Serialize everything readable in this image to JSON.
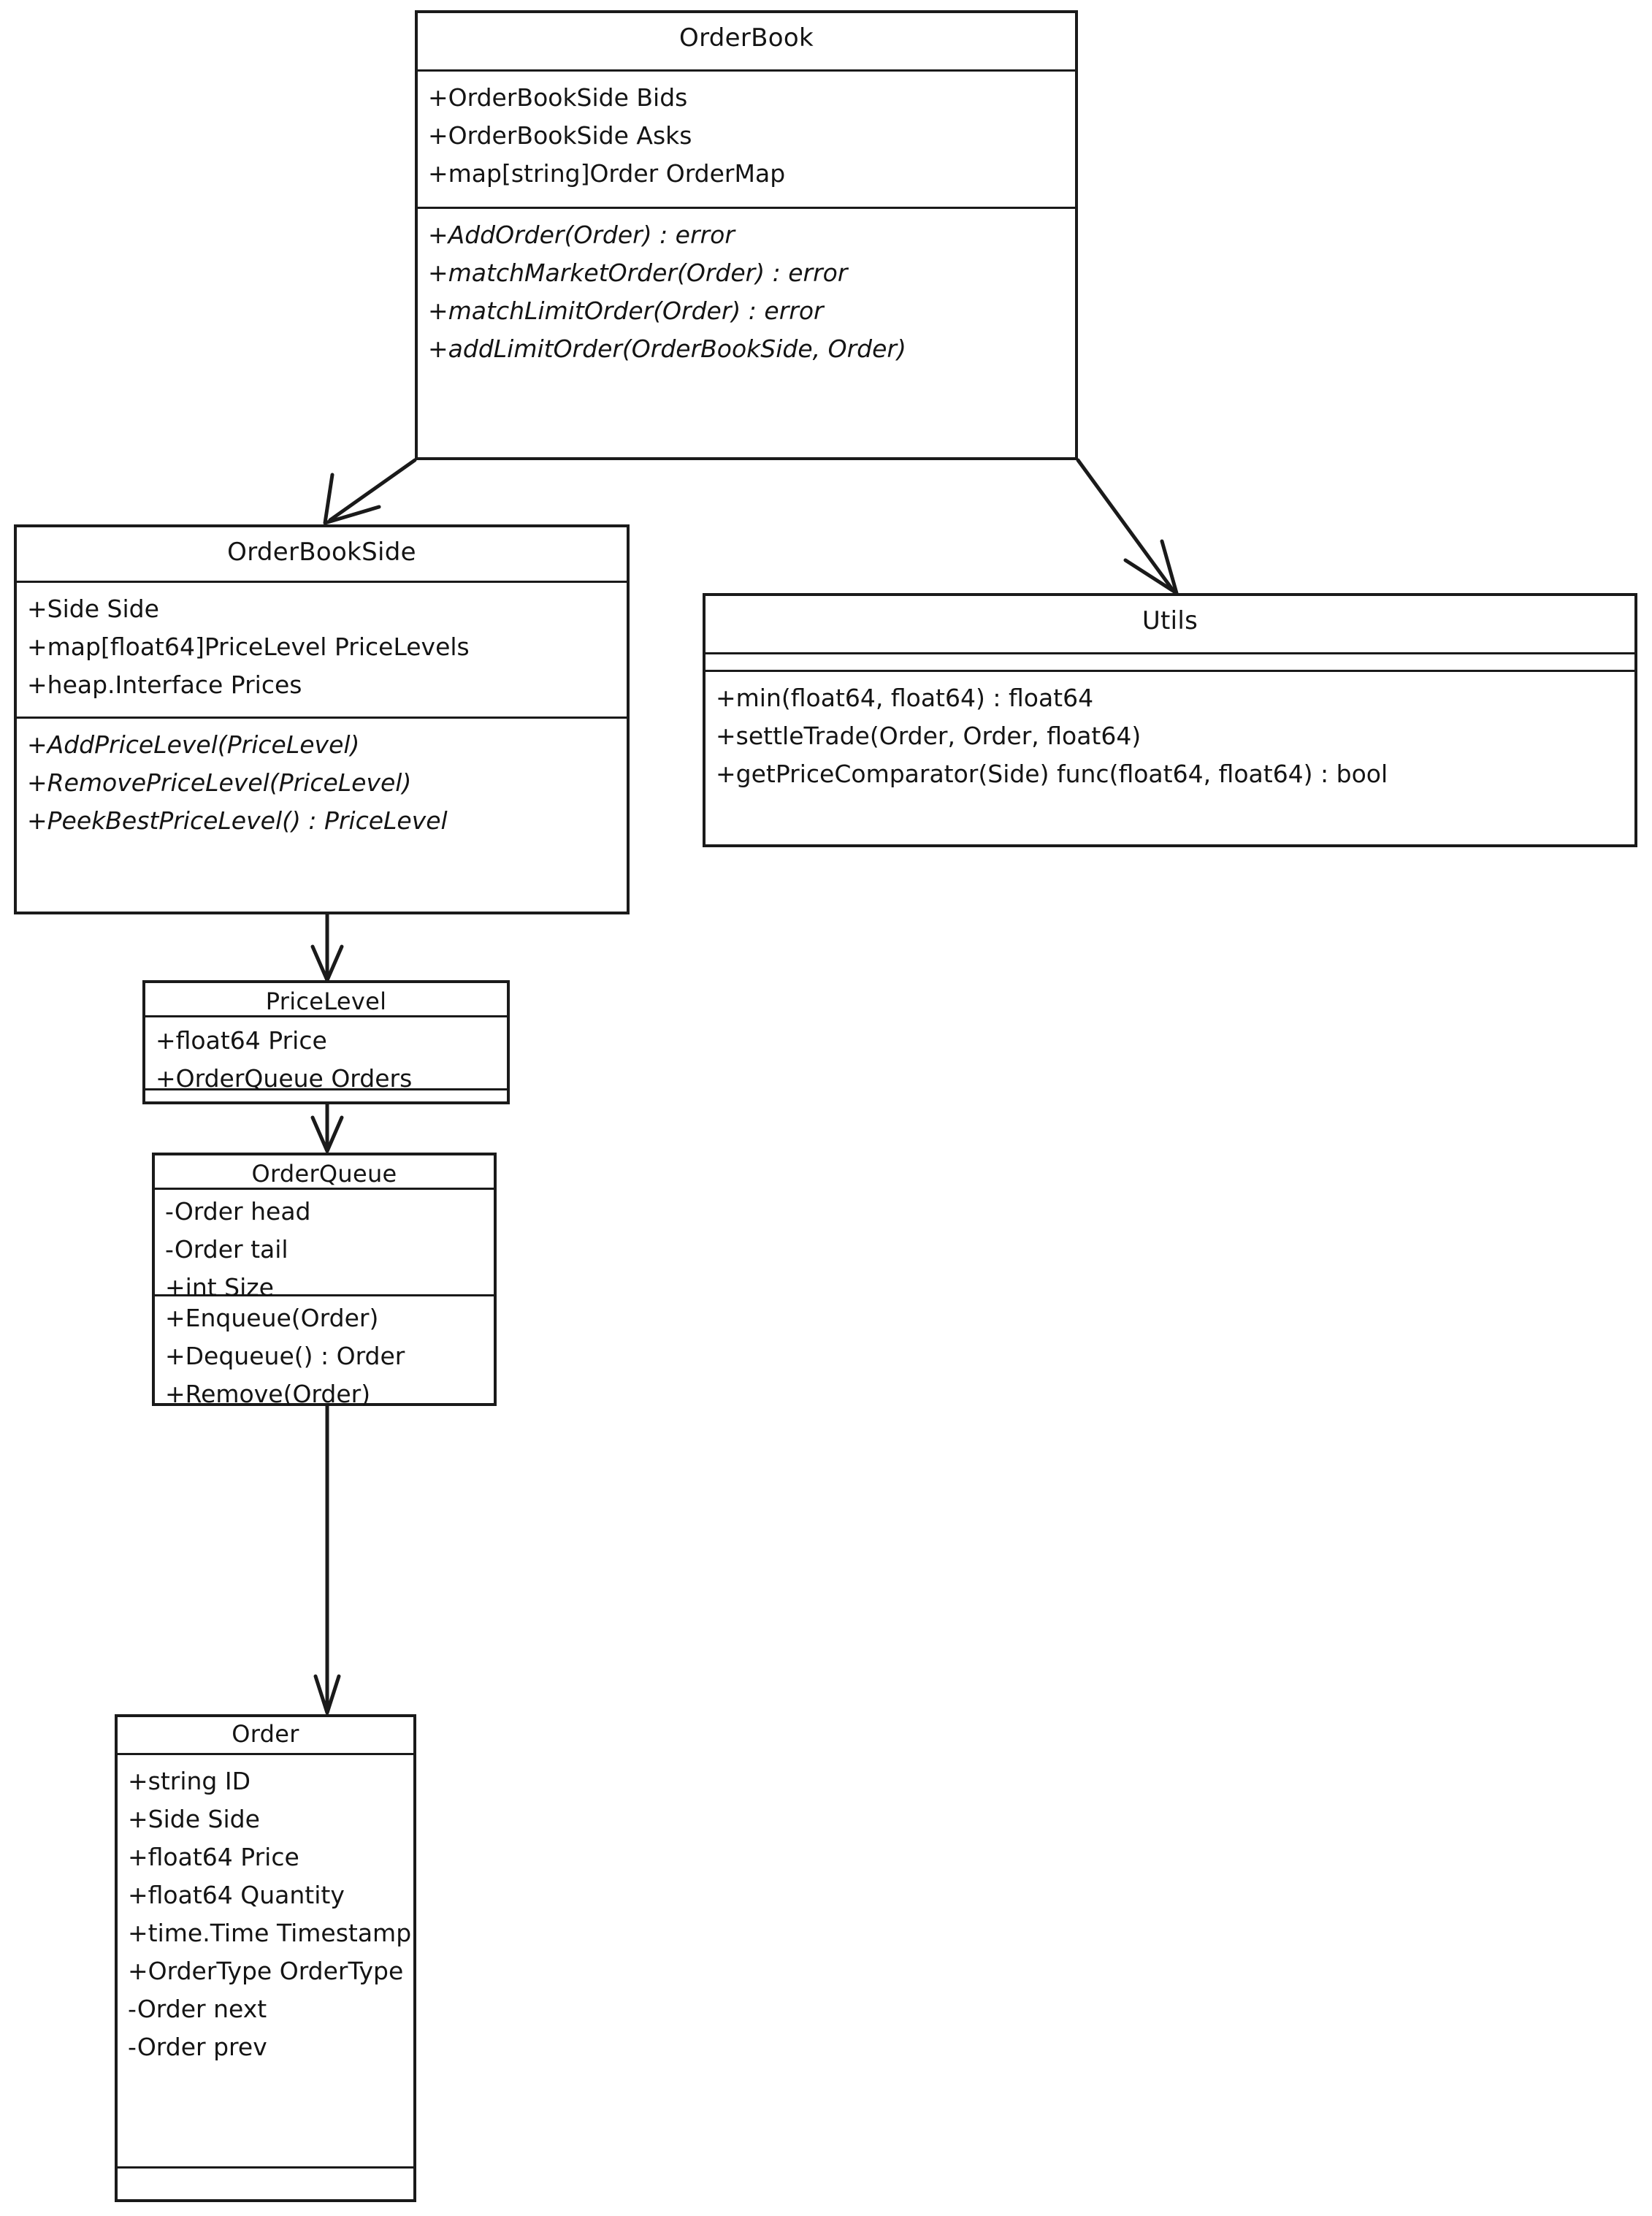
{
  "diagram": {
    "kind": "uml-class-diagram",
    "title": "OrderBook UML Class Diagram",
    "visibility_markers": {
      "public": "+",
      "private": "-"
    },
    "stroke_color": "#1a1a1a",
    "text_color": "#141414",
    "background_color": "#ffffff"
  },
  "classes": {
    "order_book": {
      "name": "OrderBook",
      "attributes": [
        "+OrderBookSide Bids",
        "+OrderBookSide Asks",
        "+map[string]Order OrderMap"
      ],
      "methods": [
        "+AddOrder(Order) : error",
        "+matchMarketOrder(Order) : error",
        "+matchLimitOrder(Order) : error",
        "+addLimitOrder(OrderBookSide, Order)"
      ]
    },
    "order_book_side": {
      "name": "OrderBookSide",
      "attributes": [
        "+Side Side",
        "+map[float64]PriceLevel PriceLevels",
        "+heap.Interface Prices"
      ],
      "methods": [
        "+AddPriceLevel(PriceLevel)",
        "+RemovePriceLevel(PriceLevel)",
        "+PeekBestPriceLevel() : PriceLevel"
      ]
    },
    "utils": {
      "name": "Utils",
      "attributes": [],
      "methods": [
        "+min(float64, float64) : float64",
        "+settleTrade(Order, Order, float64)",
        "+getPriceComparator(Side) func(float64, float64) : bool"
      ]
    },
    "price_level": {
      "name": "PriceLevel",
      "attributes": [
        "+float64 Price",
        "+OrderQueue Orders"
      ],
      "methods": []
    },
    "order_queue": {
      "name": "OrderQueue",
      "attributes": [
        "-Order head",
        "-Order tail",
        "+int Size"
      ],
      "methods": [
        "+Enqueue(Order)",
        "+Dequeue() : Order",
        "+Remove(Order)"
      ]
    },
    "order": {
      "name": "Order",
      "attributes": [
        "+string ID",
        "+Side Side",
        "+float64 Price",
        "+float64 Quantity",
        "+time.Time Timestamp",
        "+OrderType OrderType",
        "-Order next",
        "-Order prev"
      ],
      "methods": []
    }
  },
  "relationships": [
    {
      "from": "OrderBook",
      "to": "OrderBookSide",
      "type": "association-arrow"
    },
    {
      "from": "OrderBook",
      "to": "Utils",
      "type": "association-arrow"
    },
    {
      "from": "OrderBookSide",
      "to": "PriceLevel",
      "type": "association-arrow"
    },
    {
      "from": "PriceLevel",
      "to": "OrderQueue",
      "type": "association-arrow"
    },
    {
      "from": "OrderQueue",
      "to": "Order",
      "type": "association-arrow"
    }
  ]
}
